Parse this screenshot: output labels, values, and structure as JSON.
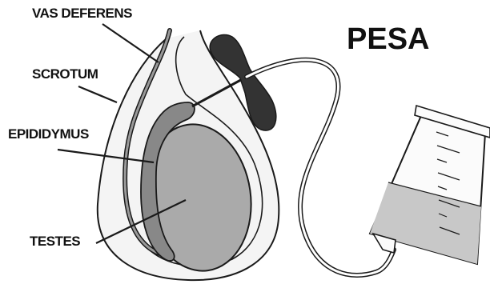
{
  "title": "PESA",
  "labels": {
    "vas_deferens": "VAS DEFERENS",
    "scrotum": "SCROTUM",
    "epididymus": "EPIDIDYMUS",
    "testes": "TESTES"
  },
  "colors": {
    "testis_fill": "#aaaaaa",
    "epididymis_fill": "#888888",
    "vas_fill": "#999999",
    "needle_grip": "#333333",
    "syringe_fluid": "#c8c8c8",
    "outline": "#1a1a1a"
  }
}
